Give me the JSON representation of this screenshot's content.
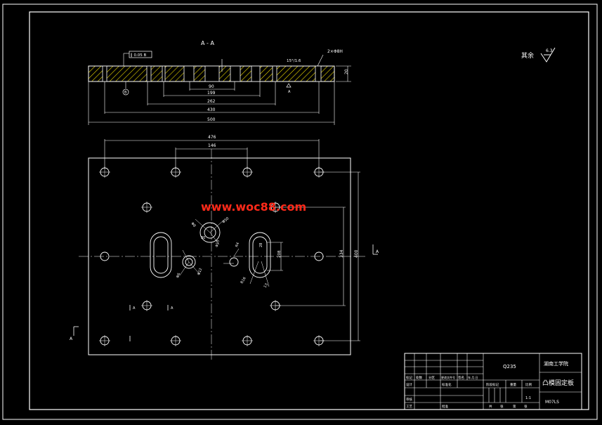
{
  "drawing": {
    "section_label": "A - A",
    "surface_finish": {
      "label": "其余",
      "value": "6.3"
    },
    "datum_label": "A",
    "tolerance_frame": "∥ 0.05 B",
    "datum_b": "B",
    "hatch_note": "15°/1.6",
    "thickness": "20",
    "hole_note": "2×Φ8H",
    "section_dims": [
      "90",
      "199",
      "262",
      "430",
      "500"
    ],
    "plan_dims": {
      "top_outer": "476",
      "top_inner": "146",
      "right": [
        "208",
        "334",
        "400"
      ]
    },
    "hole_labels": [
      "Φ30",
      "Φ8",
      "Φ15",
      "30",
      "Φ6",
      "Φ12",
      "R4",
      "R16",
      "13",
      "28"
    ],
    "cut_marks": [
      "A",
      "A",
      "A",
      "A"
    ]
  },
  "watermark": "www.woc88.com",
  "title_block": {
    "school": "湖南工学院",
    "title": "凸模固定板",
    "material": "Q235",
    "code": "M07LS",
    "scale": "1:1",
    "rows": [
      "标记",
      "处数",
      "分区",
      "更改文件号",
      "签名",
      "年.月.日",
      "设计",
      "标准化",
      "审核",
      "工艺",
      "批准",
      "阶段标记",
      "重量",
      "比例",
      "共",
      "张",
      "第",
      "张"
    ]
  }
}
